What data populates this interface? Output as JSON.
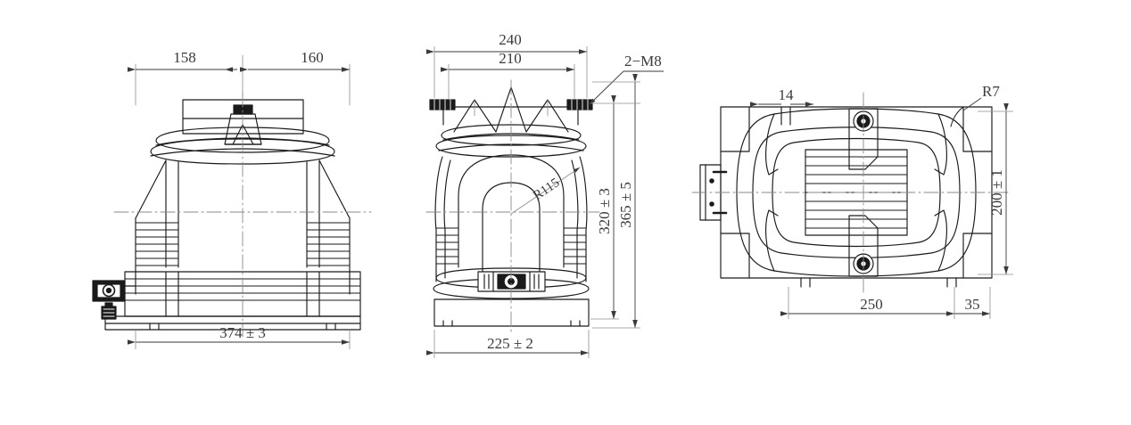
{
  "drawing": {
    "type": "engineering-orthographic-drawing",
    "subject": "cast-resin instrument transformer",
    "background_color": "#ffffff",
    "line_color": "#1a1a1a",
    "dimension_color": "#3a3a3a",
    "centerline_color": "#8a8a8a"
  },
  "views": {
    "left": {
      "name": "front-elevation",
      "dimensions": {
        "top_left": "158",
        "top_right": "160",
        "bottom_overall": "374 ± 3"
      }
    },
    "middle": {
      "name": "side-elevation",
      "dimensions": {
        "top_outer": "240",
        "top_inner": "210",
        "callout_thread": "2−M8",
        "radius": "R115",
        "vertical_inner": "320 ± 3",
        "vertical_outer": "365 ± 5",
        "bottom_overall": "225 ± 2"
      }
    },
    "right": {
      "name": "plan-view",
      "dimensions": {
        "top_small": "14",
        "corner_radius": "R7",
        "vertical": "200 ± 1",
        "bottom_main": "250",
        "bottom_right": "35"
      }
    }
  }
}
